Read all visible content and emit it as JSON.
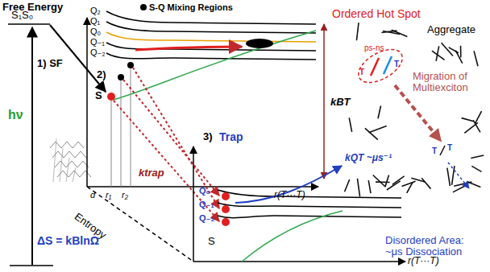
{
  "diagram": {
    "labels": [
      "Free Energy",
      "S₁S₀",
      "hν",
      "1) SF",
      "S",
      "2)",
      "Q₂",
      "Q₁",
      "Q₀",
      "Q₋₁",
      "Q₋₂",
      "kBT",
      "d",
      "r₁",
      "r₂",
      "r(T···T)",
      "Entropy",
      "ΔS = kBlnΩ",
      "ktrap",
      "3)",
      "Trap",
      "Q₀",
      "Q₋₁",
      "Q₋₂",
      "S",
      "kQT ~μs⁻¹",
      "r(T···T)",
      "Ordered Hot Spot",
      "ps-ns",
      "T",
      "T",
      "Aggregate",
      "Migration of Multiexciton",
      "T",
      "T",
      "Disordered Area: ~μs Dissociation"
    ],
    "legend": [
      {
        "text": "S-Q Mixing Regions"
      }
    ]
  }
}
